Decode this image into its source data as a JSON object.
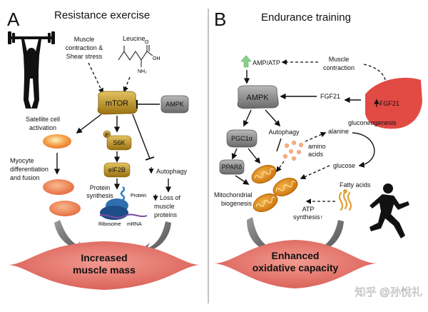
{
  "panel_a": {
    "letter": "A",
    "title": "Resistance exercise",
    "muscle_contraction": [
      "Muscle",
      "contraction &",
      "Shear stress"
    ],
    "leucine": "Leucine",
    "leucine_oh": "OH",
    "leucine_nh2": "NH₂",
    "leucine_o": "O",
    "mtor": "mTOR",
    "ampk": "AMPK",
    "satellite": [
      "Satellite cell",
      "activation"
    ],
    "myocyte": [
      "Myocyte",
      "differentiation",
      "and fusion"
    ],
    "p_label": "P",
    "s6k": "S6K",
    "eif2b": "eIF2B",
    "protein_synthesis": [
      "Protein",
      "synthesis"
    ],
    "protein": "Protein",
    "ribosome": "Ribosome",
    "mrna": "mRNA",
    "autophagy": "Autophagy",
    "loss": [
      "Loss of",
      "muscle",
      "proteins"
    ],
    "outcome": [
      "Increased",
      "muscle mass"
    ]
  },
  "panel_b": {
    "letter": "B",
    "title": "Endurance training",
    "amp_atp": "AMP/ATP",
    "muscle_contraction": [
      "Muscle",
      "contraction"
    ],
    "ampk": "AMPK",
    "fgf21": "FGF21",
    "fgf21_liver": "FGF21",
    "pgc1a": "PGC1α",
    "autophagy": "Autophagy",
    "alanine": "alanine",
    "gluconeogenesis": "gluconeogenesis",
    "amino_acids": [
      "amino",
      "acids"
    ],
    "ppard": "PPARδ",
    "glucose": "glucose",
    "mito_biogenesis": [
      "Mitochondrial",
      "biogenesis"
    ],
    "fatty_acids": "Fatty acids",
    "atp_synthesis": [
      "ATP",
      "synthesis↑"
    ],
    "outcome": [
      "Enhanced",
      "oxidative capacity"
    ]
  },
  "watermark": "知乎 @孙悅礼",
  "colors": {
    "muscle": "#e87a72",
    "liver": "#e24a44",
    "mito": "#d9820f",
    "cell": "#f0a050",
    "mtor_gold": "#b88a1c",
    "gray_node": "#8a8a8a",
    "arrow_green": "#8bd08a"
  }
}
